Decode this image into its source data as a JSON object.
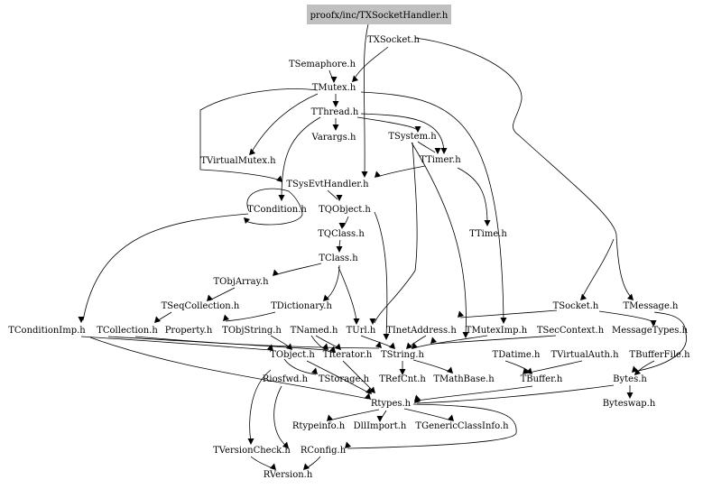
{
  "graph": {
    "root": "proofx/inc/TXSocketHandler.h",
    "nodes": {
      "root": "proofx/inc/TXSocketHandler.h",
      "txsocket": "TXSocket.h",
      "tsemaphore": "TSemaphore.h",
      "tmutex": "TMutex.h",
      "tthread": "TThread.h",
      "varargs": "Varargs.h",
      "tsystem": "TSystem.h",
      "ttimer": "TTimer.h",
      "tvirtualmutex": "TVirtualMutex.h",
      "tsysevthandler": "TSysEvtHandler.h",
      "tcondition": "TCondition.h",
      "tqobject": "TQObject.h",
      "ttime": "TTime.h",
      "tqclass": "TQClass.h",
      "tclass": "TClass.h",
      "tobjarray": "TObjArray.h",
      "tseqcollection": "TSeqCollection.h",
      "tdictionary": "TDictionary.h",
      "tsocket": "TSocket.h",
      "tmessage": "TMessage.h",
      "tconditionimp": "TConditionImp.h",
      "tcollection": "TCollection.h",
      "property": "Property.h",
      "tobjstring": "TObjString.h",
      "tnamed": "TNamed.h",
      "turl": "TUrl.h",
      "tinetaddress": "TInetAddress.h",
      "tmuteximp": "TMutexImp.h",
      "tseccontext": "TSecContext.h",
      "messagetypes": "MessageTypes.h",
      "tobject": "TObject.h",
      "titerator": "TIterator.h",
      "tstring": "TString.h",
      "tdatime": "TDatime.h",
      "tvirtualauth": "TVirtualAuth.h",
      "tbufferfile": "TBufferFile.h",
      "riosfwd": "Riosfwd.h",
      "tstorage": "TStorage.h",
      "trefcnt": "TRefCnt.h",
      "tmathbase": "TMathBase.h",
      "tbuffer": "TBuffer.h",
      "bytes": "Bytes.h",
      "rtypes": "Rtypes.h",
      "byteswap": "Byteswap.h",
      "rtypeinfo": "Rtypeinfo.h",
      "dllimport": "DllImport.h",
      "tgenericclassinfo": "TGenericClassInfo.h",
      "tversioncheck": "TVersionCheck.h",
      "rconfig": "RConfig.h",
      "rversion": "RVersion.h"
    }
  }
}
